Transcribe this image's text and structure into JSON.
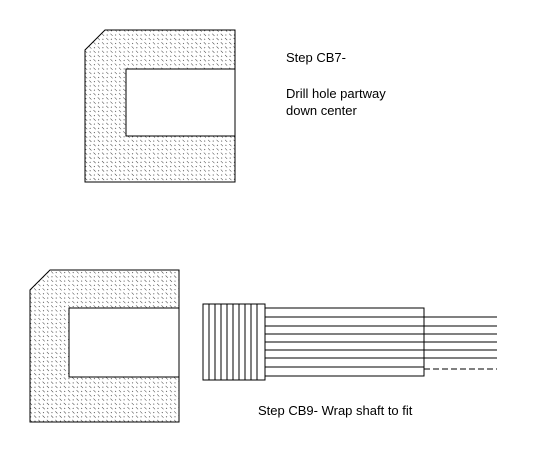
{
  "steps": [
    {
      "title": "Step CB7-",
      "description_lines": [
        "Drill hole partway",
        "down center"
      ]
    },
    {
      "title": "Step CB9- Wrap shaft to fit"
    }
  ],
  "colors": {
    "background": "#ffffff",
    "line": "#000000",
    "hatch": "#000000"
  }
}
